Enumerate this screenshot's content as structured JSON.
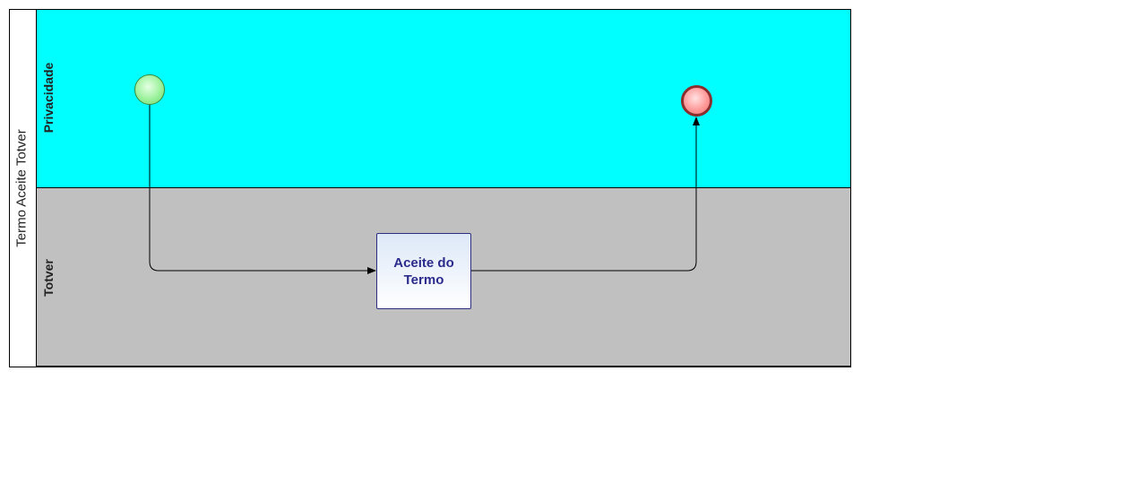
{
  "pool": {
    "label": "Termo Aceite Totver"
  },
  "lanes": [
    {
      "label": "Privacidade",
      "color": "#00ffff"
    },
    {
      "label": "Totver",
      "color": "#c0c0c0"
    }
  ],
  "nodes": {
    "start_event": {
      "type": "start-event",
      "color": "#9bf19b"
    },
    "task": {
      "type": "task",
      "label": "Aceite do Termo"
    },
    "end_event": {
      "type": "end-event",
      "color": "#ff9a9a"
    }
  },
  "flows": [
    {
      "from": "start_event",
      "to": "task"
    },
    {
      "from": "task",
      "to": "end_event"
    }
  ]
}
